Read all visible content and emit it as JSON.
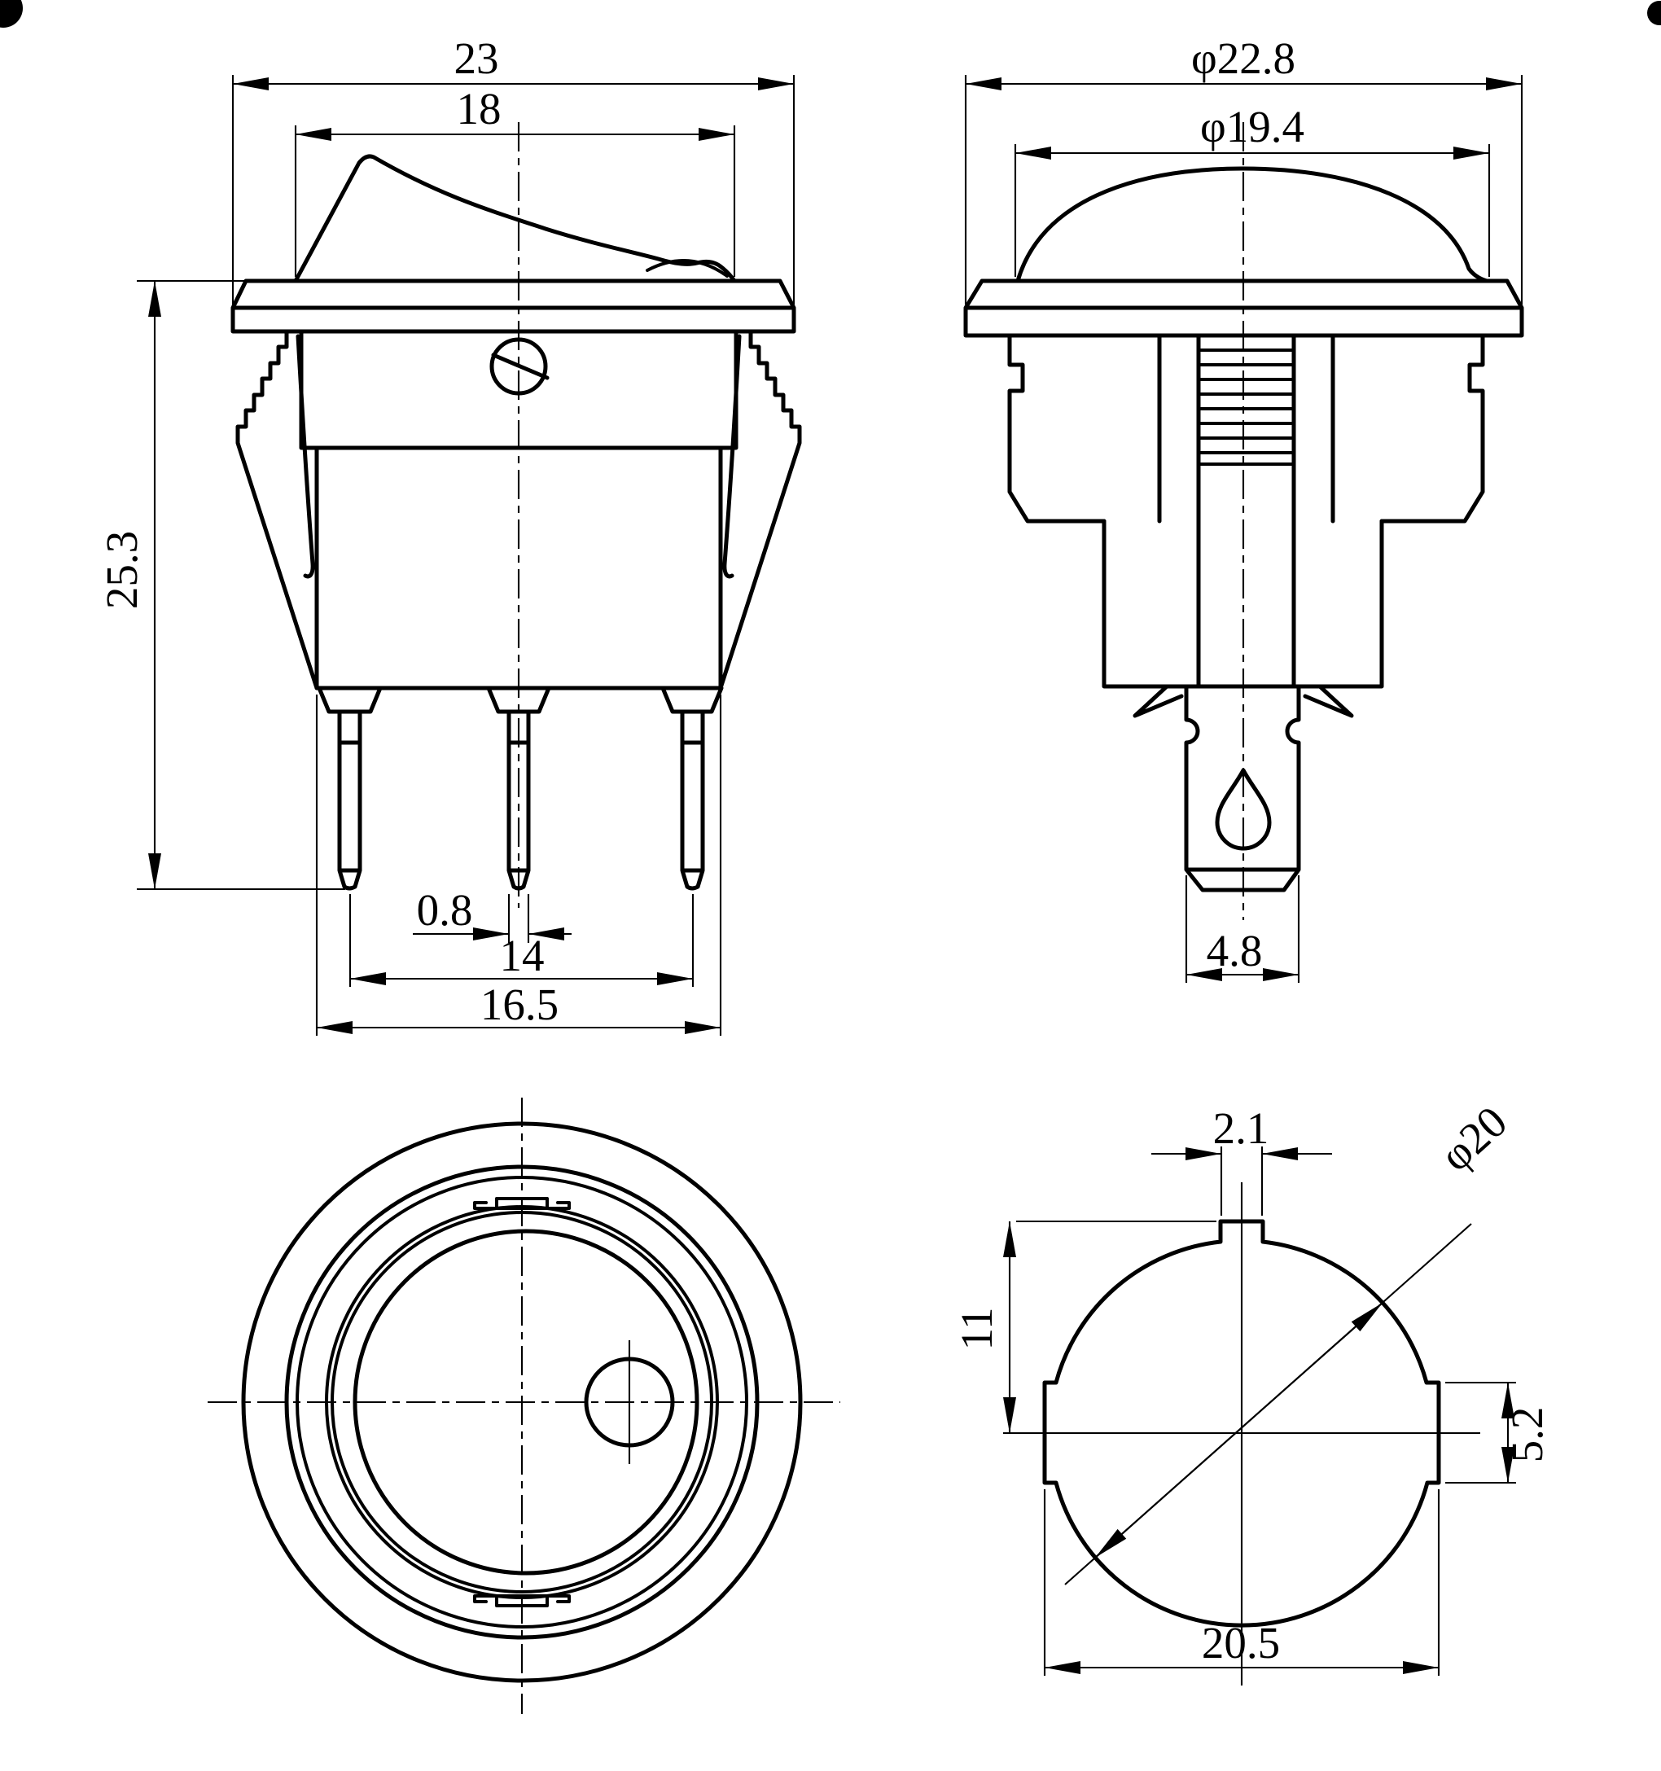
{
  "drawing": {
    "type": "technical-drawing",
    "subject": "round rocker switch - 4 orthographic views",
    "line_color": "#000000",
    "background_color": "#ffffff",
    "views": {
      "front": "front view with terminals",
      "side": "side view with mounting barbs",
      "top": "top plan view of round bezel",
      "cutout": "panel cutout hole view"
    }
  },
  "dims": {
    "front": {
      "flange_width": "23",
      "rocker_width": "18",
      "total_height": "25.3",
      "terminal_thickness": "0.8",
      "terminal_pitch": "14",
      "body_width": "16.5"
    },
    "side": {
      "flange_diameter": "φ22.8",
      "dome_diameter": "φ19.4",
      "terminal_width": "4.8"
    },
    "cutout": {
      "keyway_width": "2.1",
      "top_to_center": "11",
      "hole_diameter": "φ20",
      "flat_height": "5.2",
      "across_flats": "20.5"
    }
  }
}
